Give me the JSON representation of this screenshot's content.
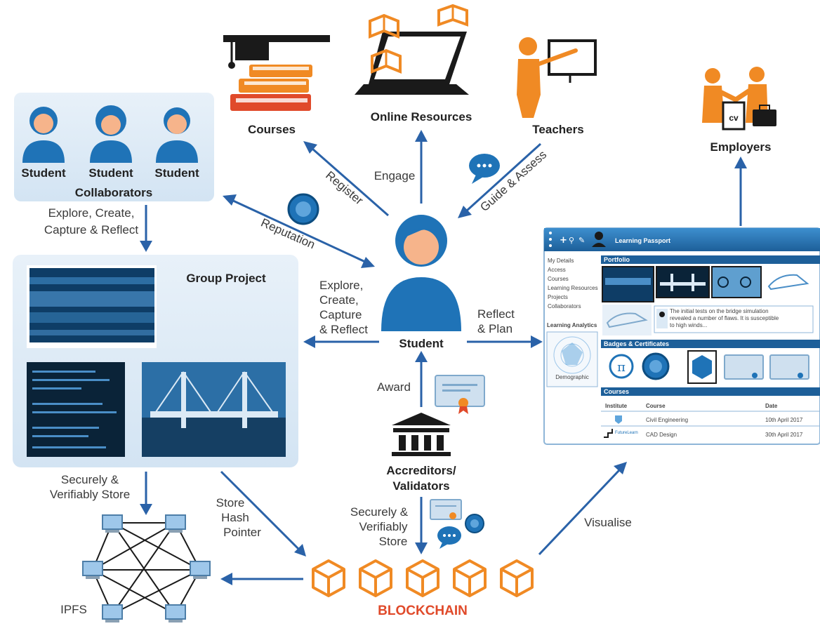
{
  "nodes": {
    "courses": "Courses",
    "online_resources": "Online Resources",
    "teachers": "Teachers",
    "employers": "Employers",
    "collaborators": "Collaborators",
    "student_labels": [
      "Student",
      "Student",
      "Student"
    ],
    "student_center": "Student",
    "group_project": "Group Project",
    "accreditors_line1": "Accreditors/",
    "accreditors_line2": "Validators",
    "blockchain": "BLOCKCHAIN",
    "ipfs": "IPFS",
    "cv_badge": "cv"
  },
  "edges": {
    "register": "Register",
    "engage": "Engage",
    "guide_assess": "Guide & Assess",
    "reputation": "Reputation",
    "collab_explore_1": "Explore, Create,",
    "collab_explore_2": "Capture & Reflect",
    "student_explore": [
      "Explore,",
      "Create,",
      "Capture",
      "& Reflect"
    ],
    "reflect_plan": [
      "Reflect",
      "& Plan"
    ],
    "award": "Award",
    "secure_store_left": [
      "Securely &",
      "Verifiably Store"
    ],
    "store_hash": [
      "Store",
      "Hash",
      "Pointer"
    ],
    "secure_store_center": [
      "Securely &",
      "Verifiably",
      "Store"
    ],
    "visualise": "Visualise"
  },
  "learning_passport": {
    "title": "Learning Passport",
    "menu": [
      "My Details",
      "Access",
      "Courses",
      "Learning Resources",
      "Projects",
      "Collaborators"
    ],
    "analytics_title": "Learning Analytics",
    "analytics_caption": "Demographic",
    "portfolio_title": "Portfolio",
    "comment": [
      "The initial tests on the bridge simulation",
      "revealed a number of flaws. It is susceptible",
      "to high winds..."
    ],
    "badges_title": "Badges & Certificates",
    "badge_pi": "π",
    "courses_title": "Courses",
    "course_headers": [
      "Institute",
      "Course",
      "Date"
    ],
    "course_rows": [
      {
        "institute": "",
        "course": "Civil Engineering",
        "date": "10th April 2017"
      },
      {
        "institute": "FutureLearn",
        "course": "CAD Design",
        "date": "30th April 2017"
      }
    ]
  },
  "colors": {
    "accent_blue": "#1f73b7",
    "arrow_blue": "#2a62a8",
    "orange": "#f08a24",
    "blockchain_red": "#e04a2a",
    "panel_bg": "#dceaf6"
  }
}
